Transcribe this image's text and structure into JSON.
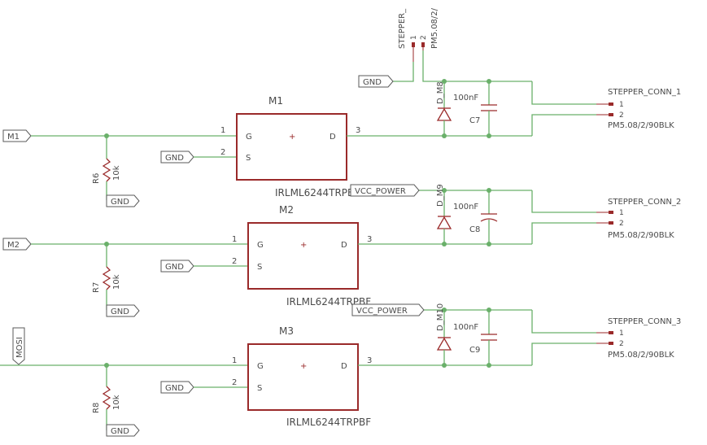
{
  "signals": {
    "gnd": "GND",
    "m1": "M1",
    "m2": "M2",
    "mosi": "MOSI",
    "vcc": "VCC_POWER"
  },
  "stepper_top": {
    "name": "STEPPER_",
    "pin1": "1",
    "pin2": "2",
    "value": "PM5.08/2/"
  },
  "stages": [
    {
      "mosfet_name": "M1",
      "mosfet_value": "IRLML6244TRPBF",
      "gate_pin": "1",
      "source_pin": "2",
      "drain_pin": "3",
      "g": "G",
      "s": "S",
      "d": "D",
      "resistor_name": "R6",
      "resistor_value": "10k",
      "diode_name": "D_M8",
      "cap_name": "C7",
      "cap_value": "100nF",
      "conn_name": "STEPPER_CONN_1",
      "conn_value": "PM5.08/2/90BLK",
      "conn_pin1": "1",
      "conn_pin2": "2"
    },
    {
      "mosfet_name": "M2",
      "mosfet_value": "IRLML6244TRPBF",
      "gate_pin": "1",
      "source_pin": "2",
      "drain_pin": "3",
      "g": "G",
      "s": "S",
      "d": "D",
      "resistor_name": "R7",
      "resistor_value": "10k",
      "diode_name": "D_M9",
      "cap_name": "C8",
      "cap_value": "100nF",
      "conn_name": "STEPPER_CONN_2",
      "conn_value": "PM5.08/2/90BLK",
      "conn_pin1": "1",
      "conn_pin2": "2"
    },
    {
      "mosfet_name": "M3",
      "mosfet_value": "IRLML6244TRPBF",
      "gate_pin": "1",
      "source_pin": "2",
      "drain_pin": "3",
      "g": "G",
      "s": "S",
      "d": "D",
      "resistor_name": "R8",
      "resistor_value": "10k",
      "diode_name": "D_M10",
      "cap_name": "C9",
      "cap_value": "100nF",
      "conn_name": "STEPPER_CONN_3",
      "conn_value": "PM5.08/2/90BLK",
      "conn_pin1": "1",
      "conn_pin2": "2"
    }
  ]
}
